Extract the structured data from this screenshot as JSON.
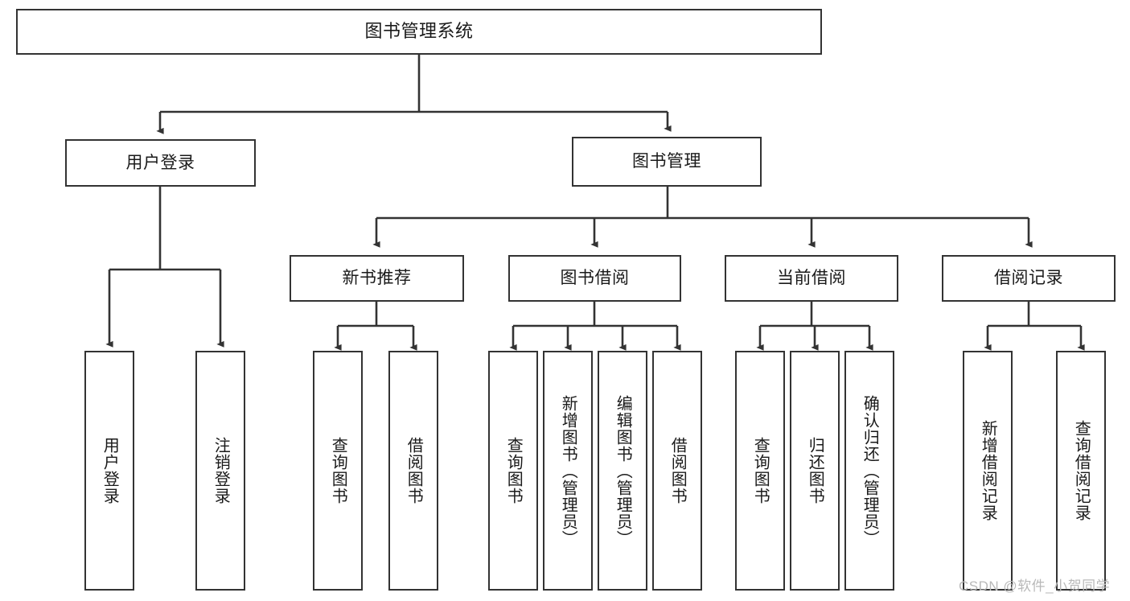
{
  "diagram": {
    "title": "图书管理系统",
    "watermark": "CSDN @软件_小贺同学",
    "stroke_color": "#333333",
    "background_color": "#ffffff",
    "nodes": {
      "root": {
        "label": "图书管理系统"
      },
      "level1": [
        {
          "label": "用户登录"
        },
        {
          "label": "图书管理"
        }
      ],
      "level2": [
        {
          "label": "新书推荐"
        },
        {
          "label": "图书借阅"
        },
        {
          "label": "当前借阅"
        },
        {
          "label": "借阅记录"
        }
      ],
      "leaves": {
        "user_login": [
          {
            "label": "用户登录"
          },
          {
            "label": "注销登录"
          }
        ],
        "new_book": [
          {
            "label": "查询图书"
          },
          {
            "label": "借阅图书"
          }
        ],
        "book_borrow": [
          {
            "label": "查询图书"
          },
          {
            "label": "新增图书（管理员）"
          },
          {
            "label": "编辑图书（管理员）"
          },
          {
            "label": "借阅图书"
          }
        ],
        "current_borrow": [
          {
            "label": "查询图书"
          },
          {
            "label": "归还图书"
          },
          {
            "label": "确认归还（管理员）"
          }
        ],
        "borrow_record": [
          {
            "label": "新增借阅记录"
          },
          {
            "label": "查询借阅记录"
          }
        ]
      }
    }
  }
}
